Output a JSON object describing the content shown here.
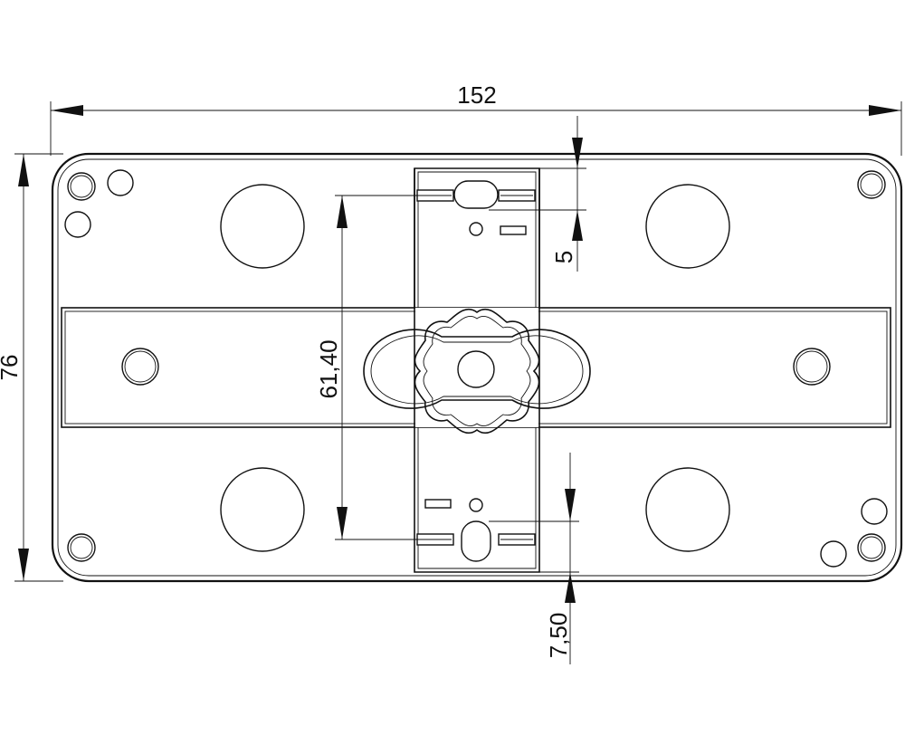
{
  "dimensions": {
    "overall_width": "152",
    "overall_height": "76",
    "slot_spacing": "61,40",
    "top_offset": "5",
    "bottom_offset": "7,50"
  },
  "colors": {
    "line": "#111111",
    "background": "#ffffff"
  }
}
